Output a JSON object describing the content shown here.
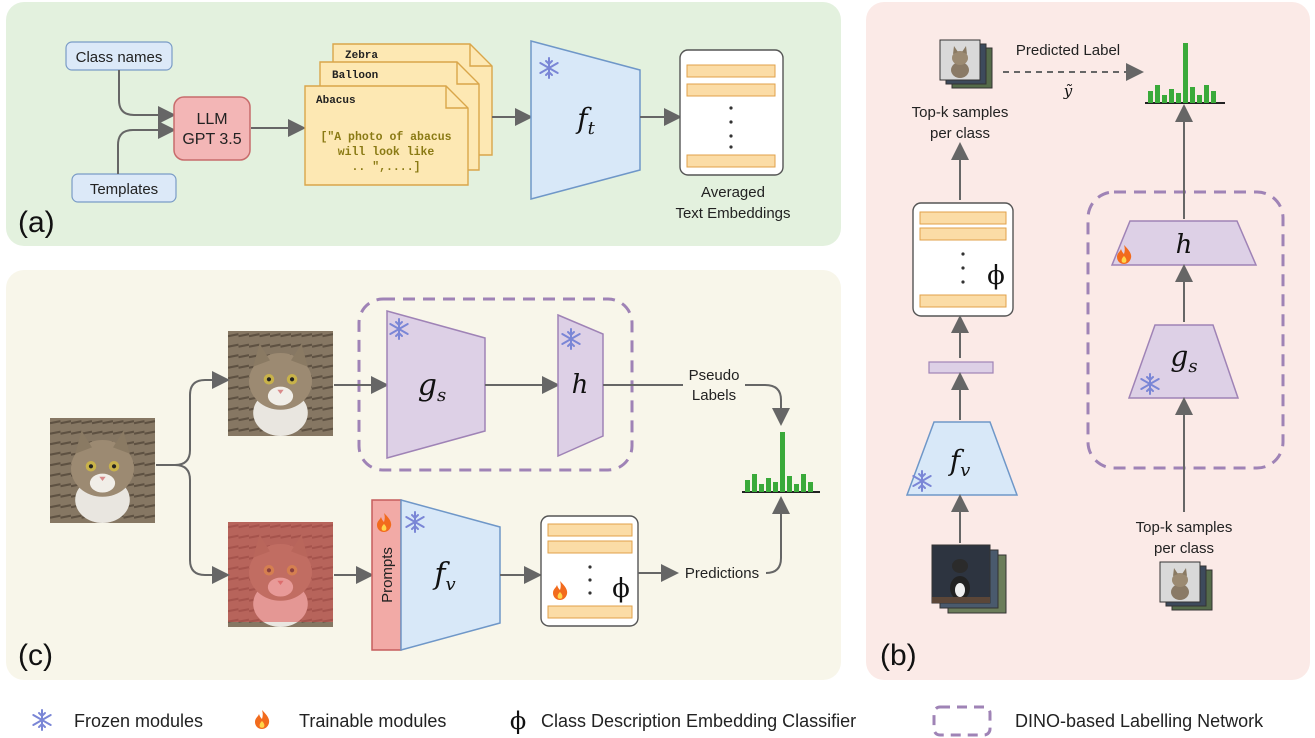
{
  "panel_a": {
    "tag": "(a)",
    "class_names": "Class names",
    "templates": "Templates",
    "llm_line1": "LLM",
    "llm_line2": "GPT 3.5",
    "card_zebra": "Zebra",
    "card_balloon": "Balloon",
    "card_abacus": "Abacus",
    "prompt_line1": "[\"A photo of abacus",
    "prompt_line2": "will look like",
    "prompt_line3": ".. \",....]",
    "encoder": "f_t",
    "out_line1": "Averaged",
    "out_line2": "Text Embeddings"
  },
  "panel_b": {
    "tag": "(b)",
    "predicted_label": "Predicted Label",
    "y_tilde": "ỹ",
    "topk_top_line1": "Top-k samples",
    "topk_top_line2": "per class",
    "topk_bottom_line1": "Top-k samples",
    "topk_bottom_line2": "per class",
    "classifier": "ϕ",
    "encoder_v": "f_v",
    "head": "h",
    "backbone": "g_s"
  },
  "panel_c": {
    "tag": "(c)",
    "backbone": "g_s",
    "head": "h",
    "pseudo_line1": "Pseudo",
    "pseudo_line2": "Labels",
    "prompts": "Prompts",
    "encoder_v": "f_v",
    "classifier": "ϕ",
    "predictions": "Predictions"
  },
  "legend": {
    "frozen": "Frozen modules",
    "trainable": "Trainable modules",
    "classifier_symbol": "ϕ",
    "classifier": "Class Description Embedding Classifier",
    "dino": "DINO-based Labelling Network"
  },
  "colors": {
    "panel_a_bg": "#e3f1de",
    "panel_b_bg": "#fbeae7",
    "panel_c_bg": "#f8f6ea",
    "text_encoder": "#d8e8f8",
    "purple_module": "#ddd0e6",
    "dashed_box": "#9f83b6",
    "llm_box": "#f3b6b6",
    "note_card": "#fde8b3",
    "embed_bar": "#fbdca6",
    "hist_bar": "#3aaa3a",
    "snowflake": "#7a86d6",
    "prompt_strip": "#f2aaa6"
  }
}
